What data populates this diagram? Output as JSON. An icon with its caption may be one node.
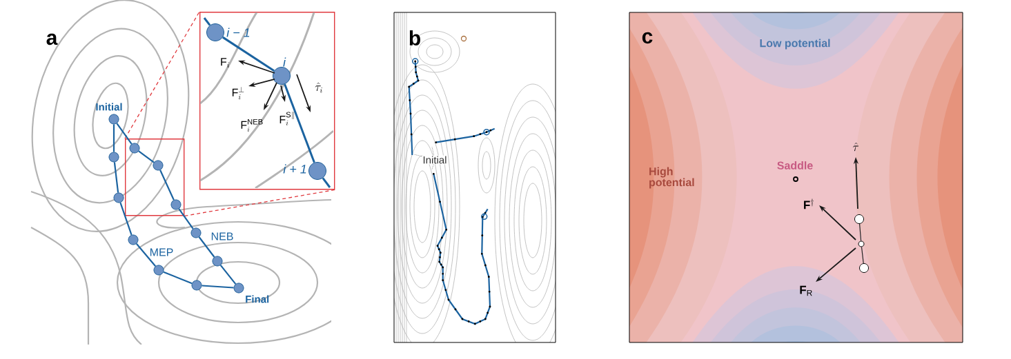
{
  "diagram": {
    "nodes": [
      {
        "text": [],
        "shape": "box"
      },
      {
        "text": [],
        "shape": "box"
      },
      {
        "text": [],
        "shape": "circle",
        "beside": [
          "Initial"
        ]
      },
      {
        "text": [],
        "shape": "circle"
      },
      {
        "text": [],
        "shape": "circle"
      },
      {
        "text": [],
        "shape": "circle"
      },
      {
        "text": [],
        "shape": "circle"
      },
      {
        "text": [],
        "shape": "circle"
      },
      {
        "text": [],
        "shape": "circle",
        "beside": [
          "Final"
        ]
      },
      {
        "text": [],
        "shape": "circle",
        "in": 0
      },
      {
        "text": [],
        "shape": "circle",
        "in": 0
      },
      {
        "text": [],
        "shape": "circle",
        "in": 0
      },
      {
        "text": [],
        "shape": "circle"
      },
      {
        "text": [],
        "shape": "circle"
      },
      {
        "text": [],
        "shape": "circle",
        "in": 1,
        "beside": [
          "i − 1"
        ]
      },
      {
        "text": [],
        "shape": "circle",
        "in": 1,
        "beside": [
          "i"
        ]
      },
      {
        "text": [],
        "shape": "circle",
        "in": 1,
        "beside": [
          "i + 1"
        ]
      },
      {
        "text": [
          "Initial"
        ]
      },
      {
        "text": [],
        "shape": "circle"
      },
      {
        "text": [],
        "shape": "circle"
      },
      {
        "text": [],
        "shape": "circle"
      }
    ],
    "edges": [
      {
        "from": 0,
        "to": 1,
        "arrow": "none",
        "style": "dashed",
        "color": "#e0393e"
      },
      {
        "from": 0,
        "to": 1,
        "arrow": "none",
        "style": "dashed",
        "color": "#e0393e"
      },
      {
        "from": 2,
        "to": 3,
        "arrow": "none"
      },
      {
        "from": 3,
        "to": 4,
        "arrow": "none"
      },
      {
        "from": 4,
        "to": 5,
        "arrow": "none"
      },
      {
        "from": 5,
        "to": 6,
        "arrow": "none"
      },
      {
        "from": 6,
        "to": 7,
        "arrow": "none"
      },
      {
        "from": 7,
        "to": 8,
        "arrow": "none"
      },
      {
        "from": 2,
        "to": 9,
        "arrow": "none"
      },
      {
        "from": 9,
        "to": 10,
        "arrow": "none"
      },
      {
        "from": 10,
        "to": 11,
        "arrow": "none"
      },
      {
        "from": 11,
        "to": 12,
        "arrow": "none"
      },
      {
        "from": 12,
        "to": 13,
        "arrow": "none"
      },
      {
        "from": 13,
        "to": 8,
        "arrow": "none"
      },
      {
        "from": 14,
        "to": 15,
        "arrow": "none"
      },
      {
        "from": 15,
        "to": 16,
        "arrow": "none"
      },
      {
        "from": 17,
        "to": null,
        "arrow": "none",
        "style": "dashed",
        "color": "#777777"
      },
      {
        "from": 17,
        "to": null,
        "arrow": "none",
        "style": "dashed",
        "color": "#777777"
      },
      {
        "from": 17,
        "to": null,
        "arrow": "none",
        "style": "dashed",
        "color": "#777777"
      },
      {
        "from": 18,
        "to": 19,
        "arrow": "none",
        "color": "#222222"
      },
      {
        "from": 19,
        "to": 20,
        "arrow": "none",
        "color": "#222222"
      },
      {
        "from": null,
        "to": 14,
        "arrow": "none"
      },
      {
        "from": 16,
        "to": null,
        "arrow": "none"
      }
    ],
    "labels": [
      "a",
      "MEP",
      "NEB",
      "\\mathrm{F}_i",
      "\\mathrm{F}_i^{\\perp}",
      "\\mathrm{F}_i^{\\mathrm{NEB}}",
      "\\mathrm{F}_i^{\\mathrm{S}\\|}",
      "\\hat{\\tau}_i",
      "b",
      "c",
      "Low potential",
      "High potential",
      "Saddle",
      "\\mathbf{F}^{\\dagger}",
      "\\hat{\\tau}",
      "\\mathbf{F}_{\\mathrm{R}}"
    ]
  }
}
